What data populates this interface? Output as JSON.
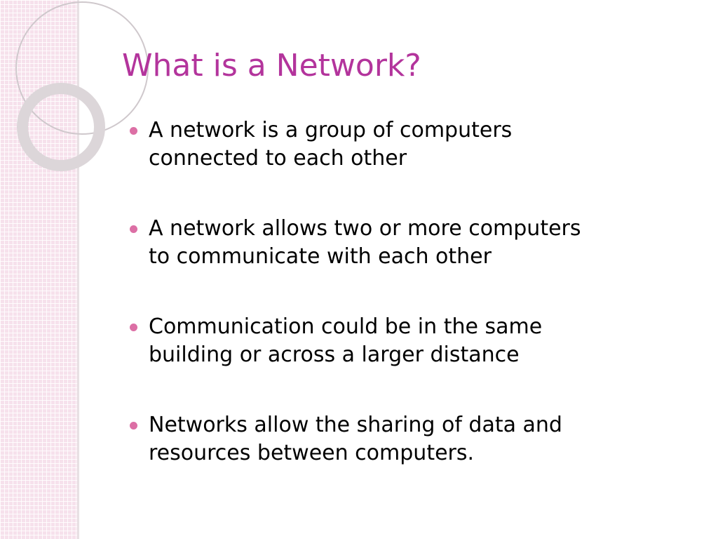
{
  "slide": {
    "title": "What is a Network?",
    "bullets": [
      {
        "line1": "A network is a group of computers",
        "line2": "connected to each other"
      },
      {
        "line1": "A network allows two or more computers",
        "line2": "to communicate with each other"
      },
      {
        "line1": "Communication could be in the same",
        "line2": "building or across a larger distance"
      },
      {
        "line1": "Networks allow the sharing of data and",
        "line2": "resources between computers."
      }
    ]
  },
  "colors": {
    "title": "#b3349c",
    "bullet_marker": "#dc6fa5",
    "side_panel": "#f6e1ec",
    "text": "#000000"
  }
}
